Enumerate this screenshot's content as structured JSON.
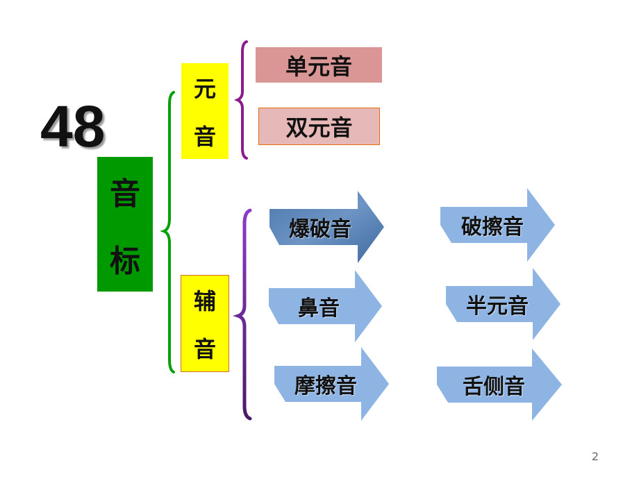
{
  "root": {
    "number": "48",
    "title": [
      "音",
      "标"
    ]
  },
  "vowels": {
    "label": [
      "元",
      "音"
    ],
    "items": [
      "单元音",
      "双元音"
    ]
  },
  "consonants": {
    "label": [
      "辅",
      "音"
    ],
    "items": [
      "爆破音",
      "破擦音",
      "鼻音",
      "半元音",
      "摩擦音",
      "舌侧音"
    ]
  },
  "page_number": "2",
  "colors": {
    "root_box": "#009900",
    "label_box": "#ffff00",
    "vowel_item": "#d99694",
    "arrow_fill": "#8eb4e3",
    "arrow_dark": "#5b84b6",
    "brace_green": "#00a000",
    "brace_purple": "#8b1a8b",
    "brace_violet": "#6a2ca0"
  }
}
